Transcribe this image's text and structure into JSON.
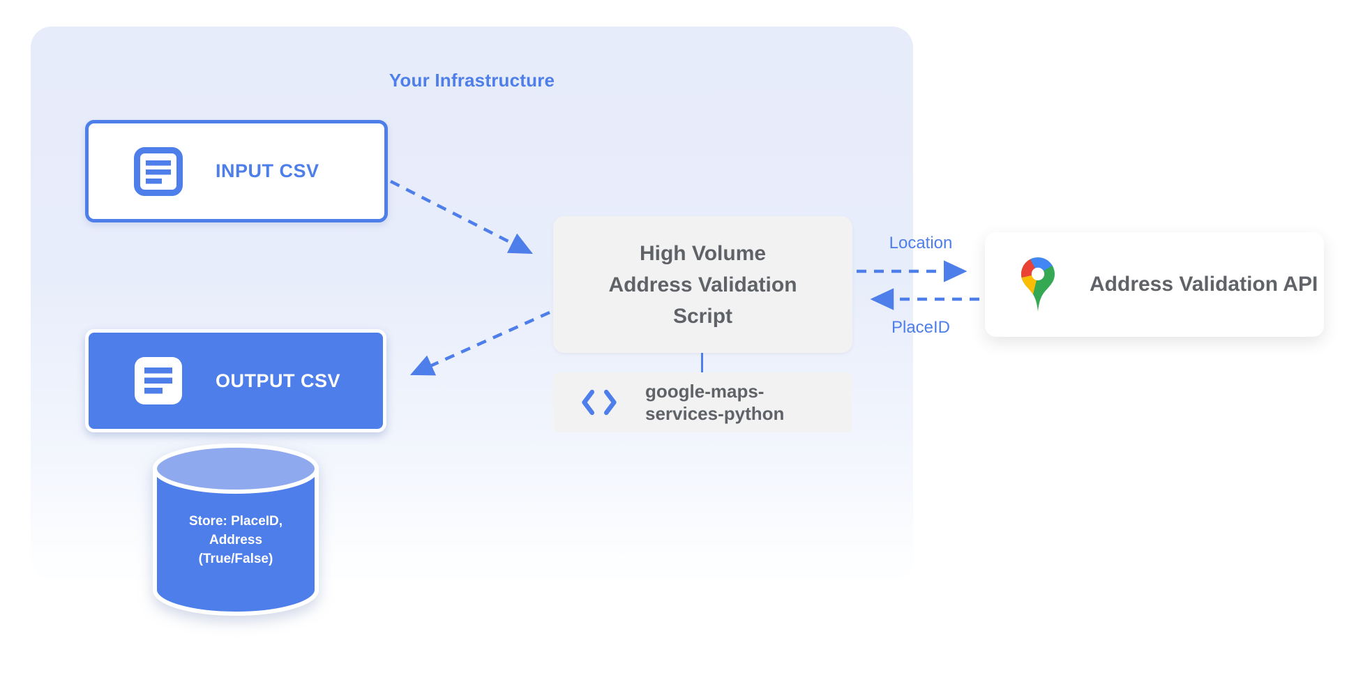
{
  "infrastructure": {
    "title": "Your Infrastructure"
  },
  "nodes": {
    "input_csv": {
      "label": "INPUT CSV",
      "icon": "document-icon"
    },
    "output_csv": {
      "label": "OUTPUT CSV",
      "icon": "document-icon"
    },
    "datastore": {
      "lines": [
        "Store: PlaceID,",
        "Address",
        "(True/False)"
      ],
      "icon": "database-cylinder"
    },
    "script": {
      "lines": [
        "High Volume",
        "Address Validation",
        "Script"
      ]
    },
    "library": {
      "lines": [
        "google-maps-",
        "services-python"
      ],
      "icon": "code-icon"
    },
    "api": {
      "label": "Address Validation API",
      "icon": "google-maps-pin-icon"
    }
  },
  "edges": {
    "input_to_script": {
      "from": "input_csv",
      "to": "script",
      "style": "dashed"
    },
    "script_to_output": {
      "from": "script",
      "to": "output_csv",
      "style": "dashed"
    },
    "script_to_api": {
      "label": "Location",
      "from": "script",
      "to": "api",
      "style": "dashed"
    },
    "api_to_script": {
      "label": "PlaceID",
      "from": "api",
      "to": "script",
      "style": "dashed"
    },
    "script_to_library": {
      "from": "script",
      "to": "library",
      "style": "solid"
    }
  },
  "colors": {
    "accent_blue": "#4d7ee9",
    "panel_blue": "#e7ecfa",
    "box_gray": "#f2f2f2",
    "text_gray": "#5f6368",
    "cylinder_top_blue": "#8fa9ee",
    "pin_red": "#EA4335",
    "pin_blue": "#4285F4",
    "pin_yellow": "#FBBC04",
    "pin_green": "#34A853"
  }
}
